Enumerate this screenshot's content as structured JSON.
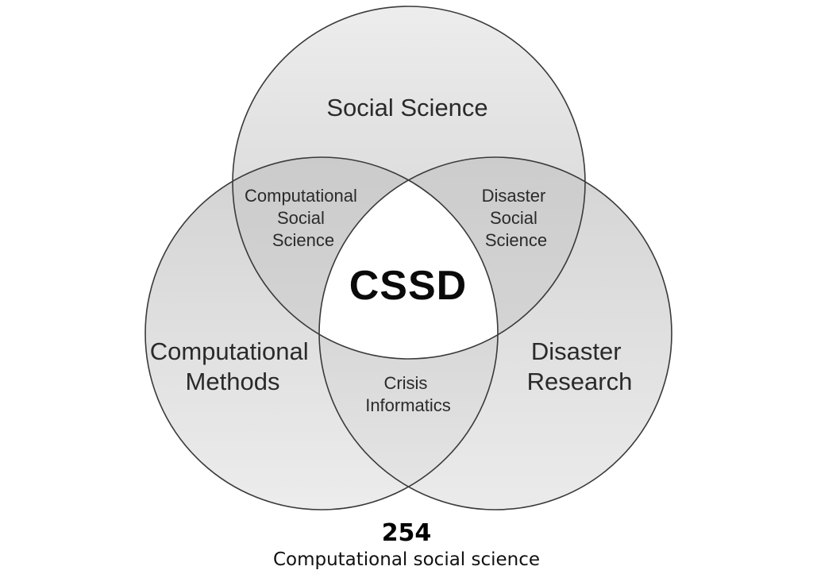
{
  "diagram": {
    "sets": [
      {
        "id": "social-science",
        "label_lines": [
          "Social Science"
        ]
      },
      {
        "id": "computational-methods",
        "label_lines": [
          "Computational",
          "Methods"
        ]
      },
      {
        "id": "disaster-research",
        "label_lines": [
          "Disaster",
          "Research"
        ]
      }
    ],
    "intersections": [
      {
        "id": "computational-social-science",
        "sets": [
          "social-science",
          "computational-methods"
        ],
        "label_lines": [
          "Computational",
          "Social",
          "Science"
        ]
      },
      {
        "id": "disaster-social-science",
        "sets": [
          "social-science",
          "disaster-research"
        ],
        "label_lines": [
          "Disaster",
          "Social",
          "Science"
        ]
      },
      {
        "id": "crisis-informatics",
        "sets": [
          "computational-methods",
          "disaster-research"
        ],
        "label_lines": [
          "Crisis",
          "Informatics"
        ]
      }
    ],
    "center": {
      "label": "CSSD"
    },
    "colors": {
      "circle_fill_light": "#e8e8e8",
      "circle_fill_dark": "#bdbdbd",
      "circle_stroke": "#3a3a3a",
      "center_fill": "#ffffff"
    }
  },
  "caption": {
    "number": "254",
    "text": "Computational social science"
  }
}
